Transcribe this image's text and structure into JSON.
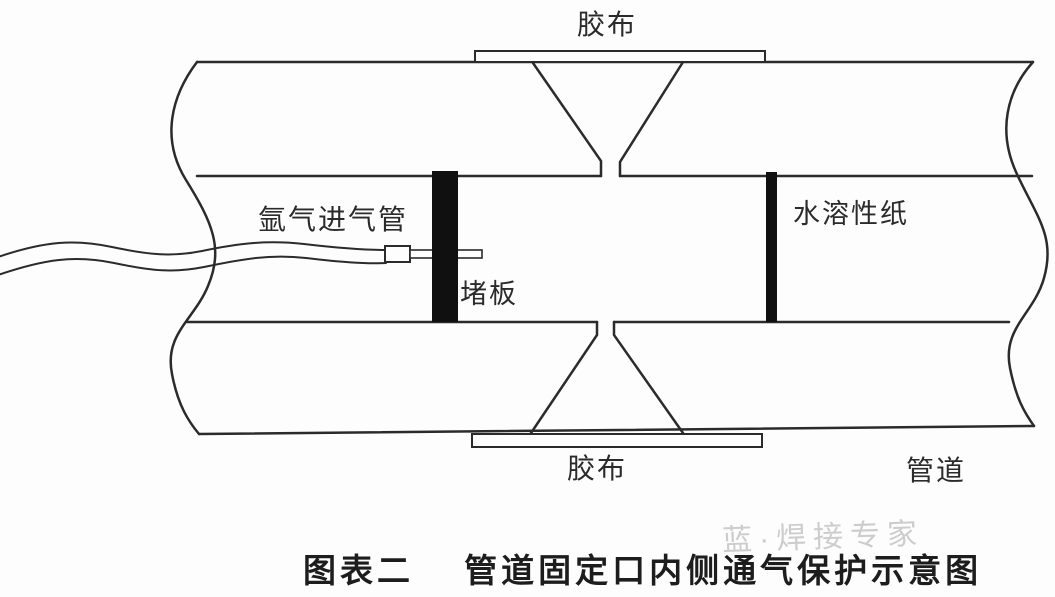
{
  "diagram": {
    "title_caption": "图表二　 管道固定口内侧通气保护示意图",
    "watermark": "蓝·焊接专家",
    "labels": {
      "tape_top": "胶布",
      "tape_bottom": "胶布",
      "argon_inlet_pipe": "氩气进气管",
      "plug_plate": "堵板",
      "water_soluble_paper": "水溶性纸",
      "pipe": "管道"
    },
    "colors": {
      "line": "#2b2b2b",
      "solid_black": "#101010",
      "background": "#fdfdfd",
      "watermark_gray": "#bdbdbd"
    }
  }
}
